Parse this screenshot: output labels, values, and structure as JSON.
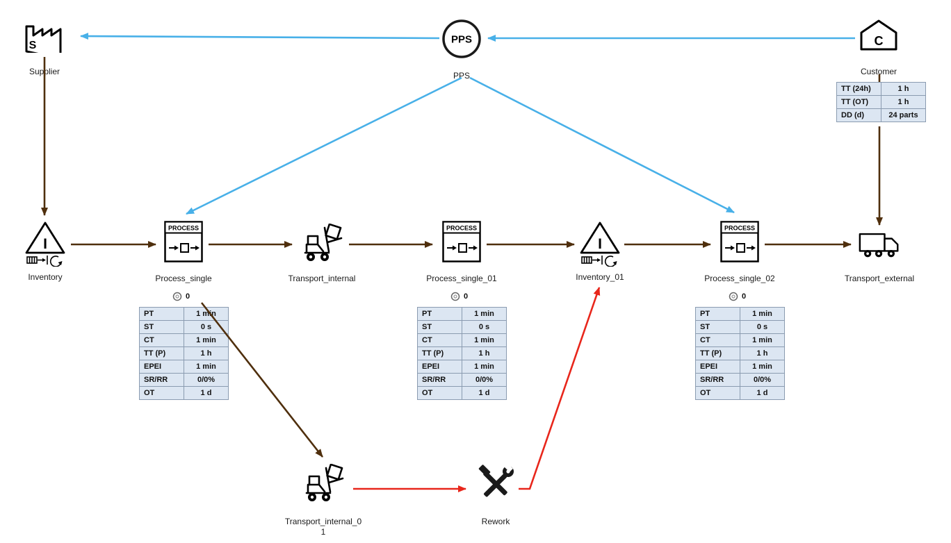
{
  "colors": {
    "information_flow": "#48b0e8",
    "material_flow": "#4f2f0d",
    "rework_flow": "#e8261b",
    "table_fill": "#dce6f2",
    "table_border": "#8a9bb0"
  },
  "nodes": {
    "supplier": {
      "label": "Supplier",
      "monogram": "S"
    },
    "pps": {
      "label": "PPS",
      "abbrev": "PPS"
    },
    "customer": {
      "label": "Customer",
      "monogram": "C"
    },
    "inventory": {
      "label": "Inventory",
      "symbol": "I"
    },
    "process_single": {
      "label": "Process_single",
      "type_header": "PROCESS",
      "badge_count": "0"
    },
    "transport_internal": {
      "label": "Transport_internal"
    },
    "process_single_01": {
      "label": "Process_single_01",
      "type_header": "PROCESS",
      "badge_count": "0"
    },
    "inventory_01": {
      "label": "Inventory_01",
      "symbol": "I"
    },
    "process_single_02": {
      "label": "Process_single_02",
      "type_header": "PROCESS",
      "badge_count": "0"
    },
    "transport_external": {
      "label": "Transport_external"
    },
    "transport_internal_01": {
      "label_line1": "Transport_internal_0",
      "label_line2": "1"
    },
    "rework": {
      "label": "Rework"
    }
  },
  "customer_table": {
    "rows": [
      [
        "TT (24h)",
        "1 h"
      ],
      [
        "TT (OT)",
        "1 h"
      ],
      [
        "DD (d)",
        "24 parts"
      ]
    ]
  },
  "process_tables": {
    "process_single": {
      "rows": [
        [
          "PT",
          "1 min"
        ],
        [
          "ST",
          "0 s"
        ],
        [
          "CT",
          "1 min"
        ],
        [
          "TT (P)",
          "1 h"
        ],
        [
          "EPEI",
          "1 min"
        ],
        [
          "SR/RR",
          "0/0%"
        ],
        [
          "OT",
          "1 d"
        ]
      ]
    },
    "process_single_01": {
      "rows": [
        [
          "PT",
          "1 min"
        ],
        [
          "ST",
          "0 s"
        ],
        [
          "CT",
          "1 min"
        ],
        [
          "TT (P)",
          "1 h"
        ],
        [
          "EPEI",
          "1 min"
        ],
        [
          "SR/RR",
          "0/0%"
        ],
        [
          "OT",
          "1 d"
        ]
      ]
    },
    "process_single_02": {
      "rows": [
        [
          "PT",
          "1 min"
        ],
        [
          "ST",
          "0 s"
        ],
        [
          "CT",
          "1 min"
        ],
        [
          "TT (P)",
          "1 h"
        ],
        [
          "EPEI",
          "1 min"
        ],
        [
          "SR/RR",
          "0/0%"
        ],
        [
          "OT",
          "1 d"
        ]
      ]
    }
  }
}
